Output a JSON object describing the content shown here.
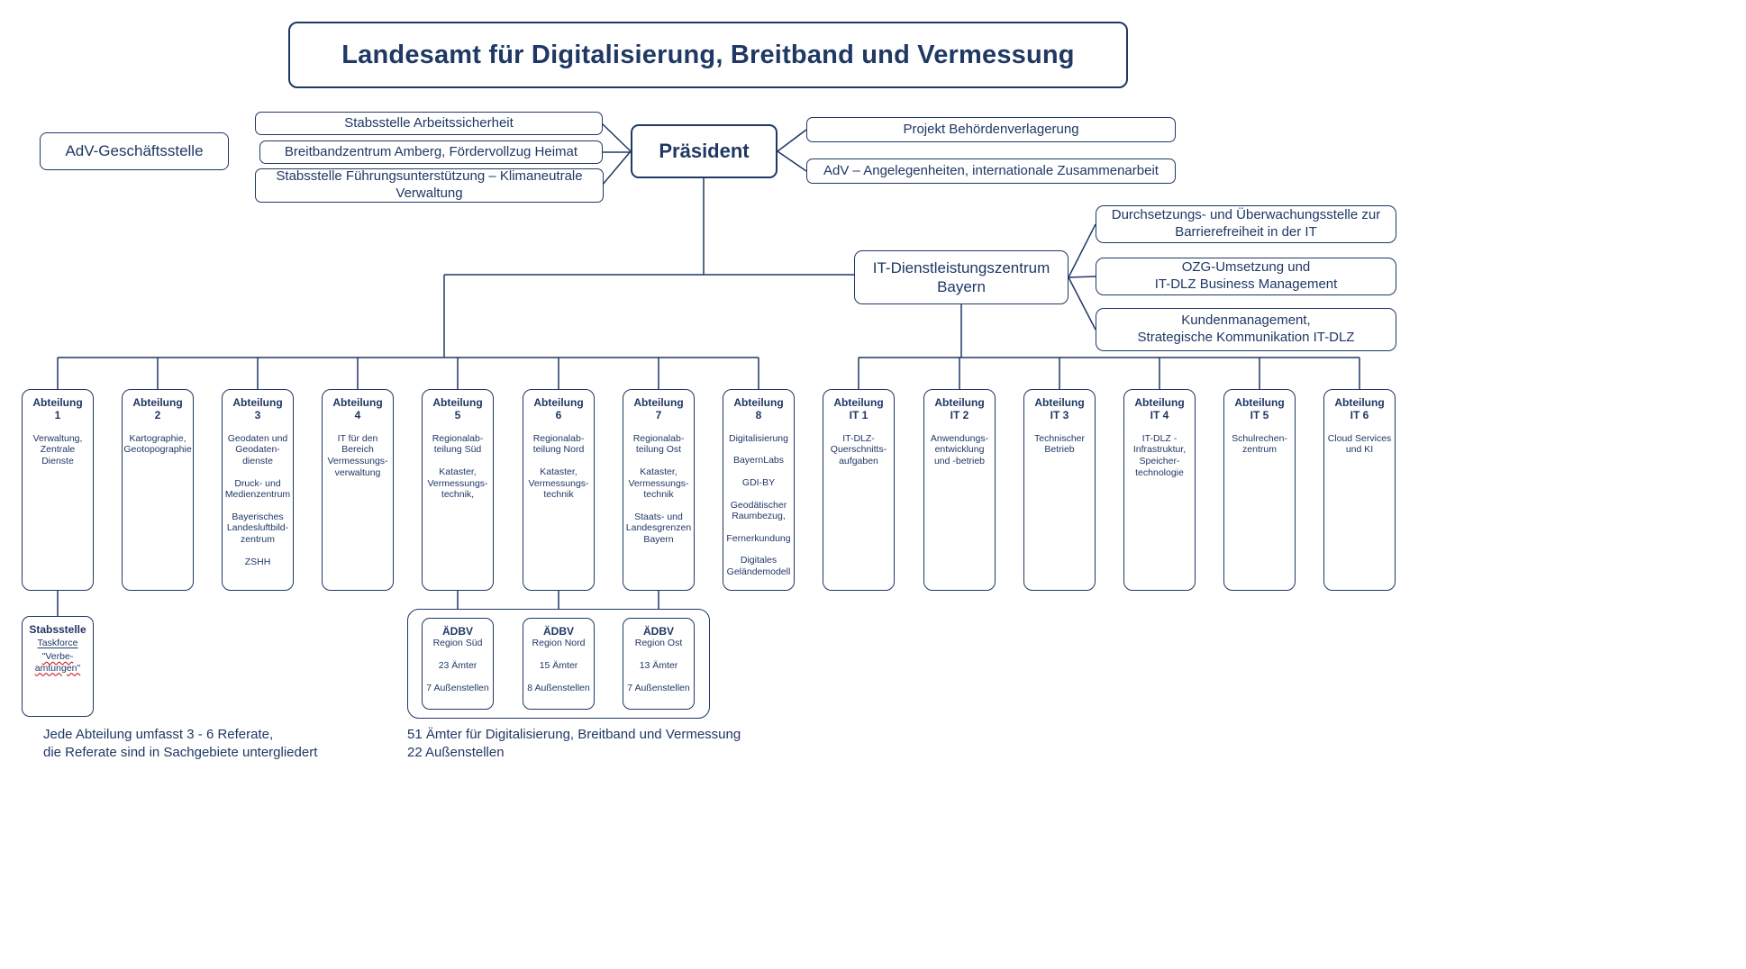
{
  "colors": {
    "primary": "#1f3864",
    "spellcheck_red": "#cc0000",
    "background": "#ffffff"
  },
  "title": "Landesamt für Digitalisierung, Breitband und Vermessung",
  "adv_office": {
    "label": "AdV-Geschäftsstelle"
  },
  "president": {
    "label": "Präsident"
  },
  "staff_left": [
    {
      "label": "Stabsstelle Arbeitssicherheit"
    },
    {
      "label": "Breitbandzentrum Amberg, Fördervollzug Heimat"
    },
    {
      "label": "Stabsstelle Führungsunterstützung – Klimaneutrale Verwaltung"
    }
  ],
  "staff_right": [
    {
      "label": "Projekt Behördenverlagerung"
    },
    {
      "label": "AdV – Angelegenheiten, internationale Zusammenarbeit"
    }
  ],
  "it_dlz": {
    "label": "IT-Dienstleistungszentrum\nBayern"
  },
  "it_dlz_units": [
    {
      "label": "Durchsetzungs- und Überwachungsstelle zur\nBarrierefreiheit in der IT"
    },
    {
      "label": "OZG-Umsetzung und\nIT-DLZ Business Management"
    },
    {
      "label": "Kundenmanagement,\nStrategische Kommunikation IT-DLZ"
    }
  ],
  "departments": [
    {
      "header": "Abteilung\n1",
      "body": [
        "Verwaltung,\nZentrale\nDienste"
      ]
    },
    {
      "header": "Abteilung\n2",
      "body": [
        "Kartographie,\nGeotopographie"
      ]
    },
    {
      "header": "Abteilung\n3",
      "body": [
        "Geodaten und\nGeodaten-\ndienste",
        "Druck- und\nMedienzentrum",
        "Bayerisches\nLandesluftbild-\nzentrum",
        "ZSHH"
      ]
    },
    {
      "header": "Abteilung\n4",
      "body": [
        "IT für den\nBereich\nVermessungs-\nverwaltung"
      ]
    },
    {
      "header": "Abteilung\n5",
      "body": [
        "Regionalab-\nteilung Süd",
        "Kataster,\nVermessungs-\ntechnik,"
      ]
    },
    {
      "header": "Abteilung\n6",
      "body": [
        "Regionalab-\nteilung Nord",
        "Kataster,\nVermessungs-\ntechnik"
      ]
    },
    {
      "header": "Abteilung\n7",
      "body": [
        "Regionalab-\nteilung Ost",
        "Kataster,\nVermessungs-\ntechnik",
        "Staats- und\nLandesgrenzen\nBayern"
      ]
    },
    {
      "header": "Abteilung\n8",
      "body": [
        "Digitalisierung",
        "BayernLabs",
        "GDI-BY",
        "Geodätischer\nRaumbezug,",
        "Fernerkundung",
        "Digitales\nGeländemodell"
      ]
    },
    {
      "header": "Abteilung\nIT 1",
      "body": [
        "IT-DLZ-\nQuerschnitts-\naufgaben"
      ]
    },
    {
      "header": "Abteilung\nIT 2",
      "body": [
        "Anwendungs-\nentwicklung\nund -betrieb"
      ]
    },
    {
      "header": "Abteilung\nIT 3",
      "body": [
        "Technischer\nBetrieb"
      ]
    },
    {
      "header": "Abteilung\nIT 4",
      "body": [
        "IT-DLZ -\nInfrastruktur,\nSpeicher-\ntechnologie"
      ]
    },
    {
      "header": "Abteilung\nIT 5",
      "body": [
        "Schulrechen-\nzentrum"
      ]
    },
    {
      "header": "Abteilung\nIT 6",
      "body": [
        "Cloud Services\nund KI"
      ]
    }
  ],
  "taskforce": {
    "title": "Stabsstelle",
    "line1": "Taskforce",
    "line2": "\"Verbe-\namtungen\""
  },
  "aedbv": [
    {
      "name": "ÄDBV",
      "region": "Region Süd",
      "offices": "23 Ämter",
      "branches": "7 Außenstellen"
    },
    {
      "name": "ÄDBV",
      "region": "Region Nord",
      "offices": "15 Ämter",
      "branches": "8 Außenstellen"
    },
    {
      "name": "ÄDBV",
      "region": "Region Ost",
      "offices": "13 Ämter",
      "branches": "7 Außenstellen"
    }
  ],
  "notes": {
    "left": "Jede Abteilung umfasst 3 - 6 Referate,\ndie Referate sind in Sachgebiete untergliedert",
    "center": "51 Ämter für Digitalisierung, Breitband und Vermessung\n22 Außenstellen"
  }
}
